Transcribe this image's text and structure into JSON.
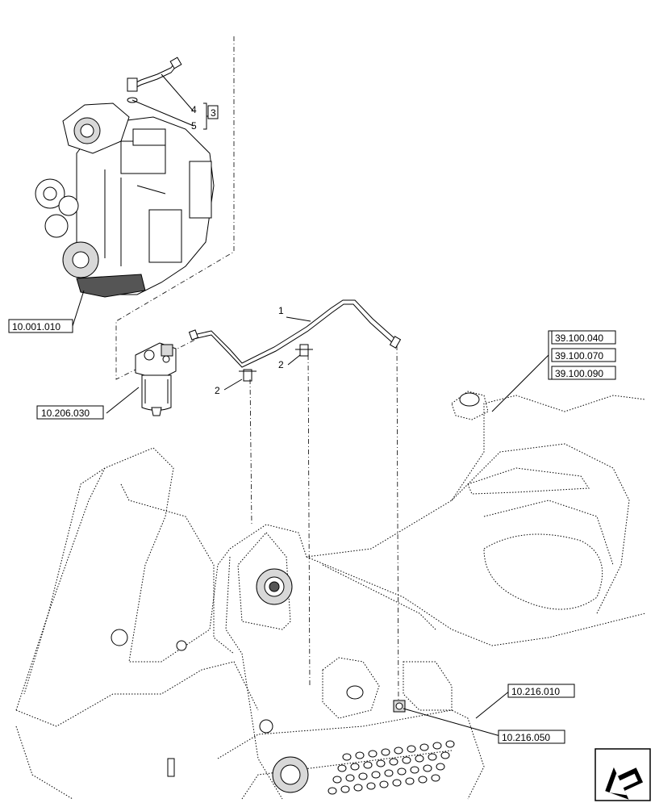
{
  "references": {
    "engine": "10.001.010",
    "fuel_filter": "10.206.030",
    "frame_1": "39.100.040",
    "frame_2": "39.100.070",
    "frame_3": "39.100.090",
    "fuel_tank": "10.216.010",
    "tank_fitting": "10.216.050"
  },
  "callouts": {
    "tube": "1",
    "clip_a": "2",
    "clip_b": "2",
    "kit": "3",
    "fitting": "4",
    "washer": "5"
  },
  "orientation_icon": "front-arrow-icon"
}
